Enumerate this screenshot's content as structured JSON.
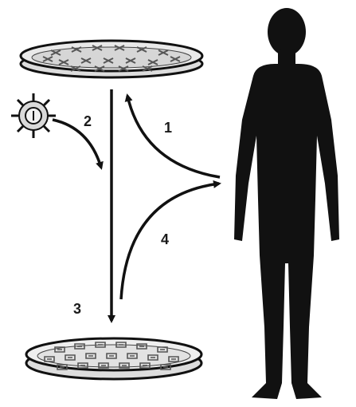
{
  "steps": {
    "s1": "1",
    "s2": "2",
    "s3": "3",
    "s4": "4"
  },
  "colors": {
    "ink": "#111111",
    "dish_fill": "#e6e6e6",
    "dish_rim": "#ffffff",
    "cell_mark": "#555555",
    "background": "#ffffff"
  },
  "icons": {
    "top_dish": "petri-dish-icon",
    "bottom_dish": "petri-dish-icon",
    "virus": "virus-icon",
    "human": "human-silhouette-icon"
  }
}
